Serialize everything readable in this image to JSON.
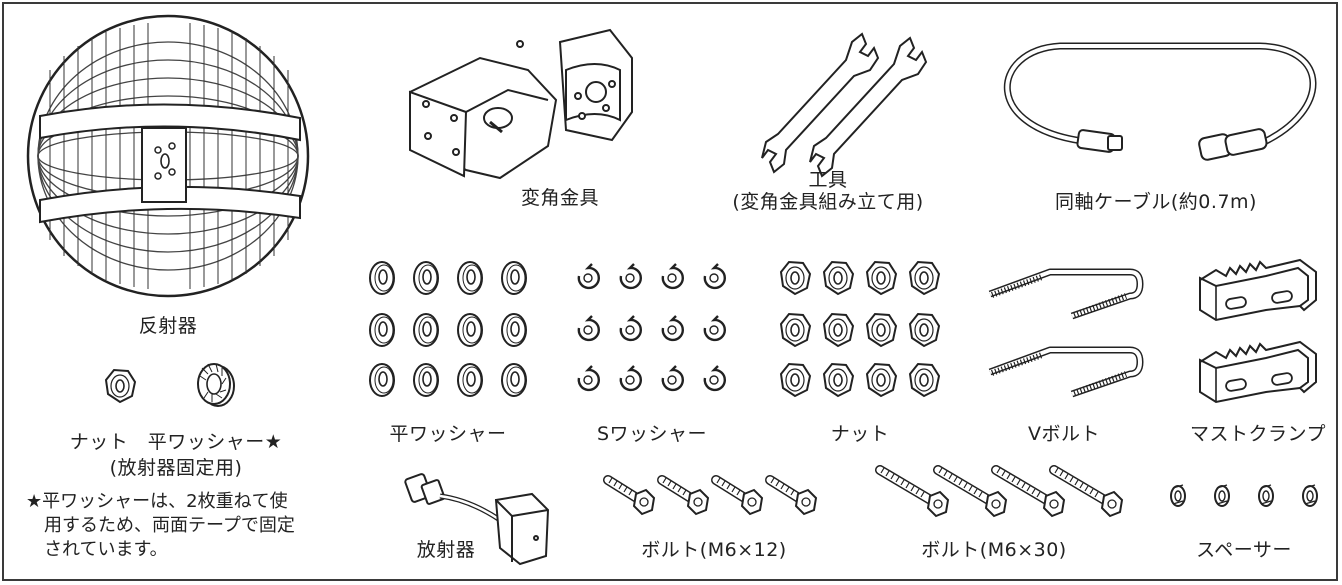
{
  "parts": {
    "reflector": "反射器",
    "angle_bracket": "変角金具",
    "tool": "工具",
    "tool_note": "(変角金具組み立て用)",
    "coax_cable": "同軸ケーブル(約0.7m)",
    "flat_washer": "平ワッシャー",
    "spring_washer": "Sワッシャー",
    "nut": "ナット",
    "v_bolt": "Vボルト",
    "mast_clamp": "マストクランプ",
    "fixing_parts": "ナット　平ワッシャー★",
    "fixing_note": "(放射器固定用)",
    "radiator": "放射器",
    "bolt_m6x12": "ボルト(M6×12)",
    "bolt_m6x30": "ボルト(M6×30)",
    "spacer": "スペーサー"
  },
  "footnote": {
    "line1": "★平ワッシャーは、2枚重ねて使",
    "line2": "用するため、両面テープで固定",
    "line3": "されています。"
  }
}
